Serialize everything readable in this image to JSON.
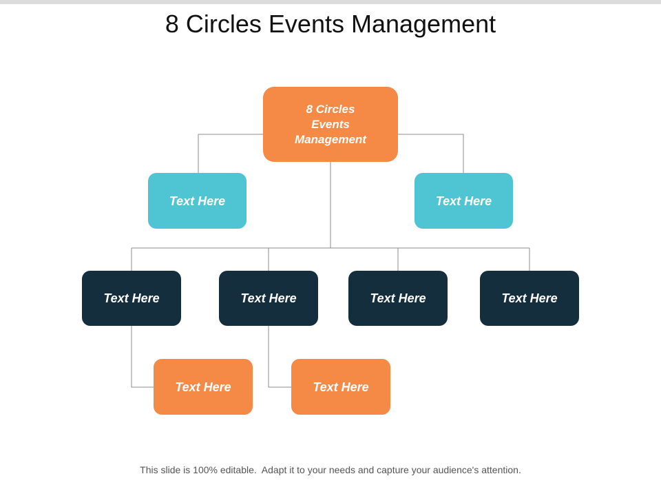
{
  "title": "8 Circles Events Management",
  "root": {
    "text": "8 Circles\nEvents\nManagement"
  },
  "level1": [
    {
      "text": "Text Here"
    },
    {
      "text": "Text Here"
    }
  ],
  "level2": [
    {
      "text": "Text Here"
    },
    {
      "text": "Text Here"
    },
    {
      "text": "Text Here"
    },
    {
      "text": "Text Here"
    }
  ],
  "level3": [
    {
      "text": "Text Here"
    },
    {
      "text": "Text Here"
    }
  ],
  "footer": "This slide is 100% editable.  Adapt it to your needs and capture your audience's attention.",
  "colors": {
    "orange": "#f58a47",
    "teal": "#4fc4d2",
    "navy": "#142e3e",
    "connector": "#8c8c8c"
  }
}
